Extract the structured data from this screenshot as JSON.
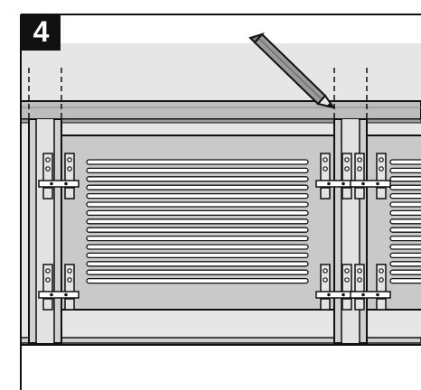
{
  "step": {
    "number": "4"
  },
  "colors": {
    "outline": "#111111",
    "background_panel": "#e6e6e6",
    "rail": "#bdbdbd",
    "post": "#d0d0d0",
    "infill_panel": "#c9c9c9",
    "slat": "#ffffff",
    "pencil_body": "#9a9a9a",
    "pencil_tip": "#333333",
    "clamp_metal": "#e4e4e4"
  },
  "icons": [
    "pencil-icon"
  ],
  "diagram": {
    "posts": 2,
    "infill_panels": 1,
    "slats_per_panel": 15,
    "clamps_per_post": 4,
    "marking_guides": 4
  }
}
